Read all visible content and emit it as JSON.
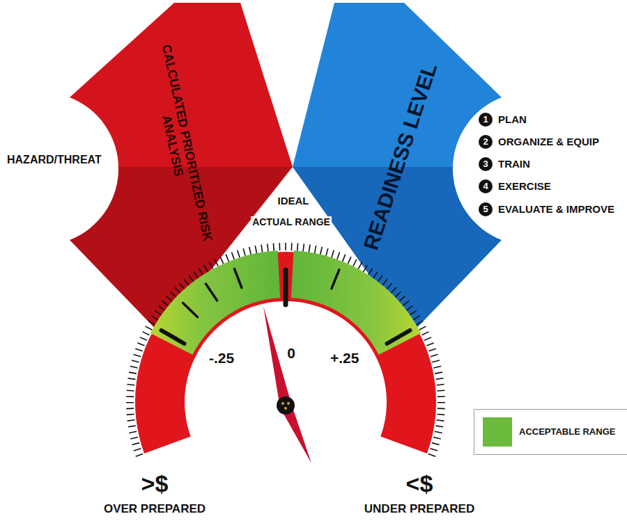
{
  "diagram": {
    "nodes": [
      {
        "text": [
          "CALCULATED PRIORITIZED RISK ANALYSIS"
        ]
      },
      {
        "text": [
          "READINESS LEVEL"
        ]
      }
    ],
    "labels": [
      "HAZARD/THREAT",
      "1",
      "PLAN",
      "2",
      "ORGANIZE & EQUIP",
      "3",
      "TRAIN",
      "4",
      "EXERCISE",
      "5",
      "EVALUATE & IMPROVE",
      "IDEAL",
      "ACTUAL RANGE",
      "-.25",
      "0",
      "+.25",
      ">$",
      "OVER PREPARED",
      "<$",
      "UNDER PREPARED"
    ],
    "legend": [
      {
        "text": "ACCEPTABLE RANGE",
        "color": "#6cba3c"
      }
    ]
  }
}
